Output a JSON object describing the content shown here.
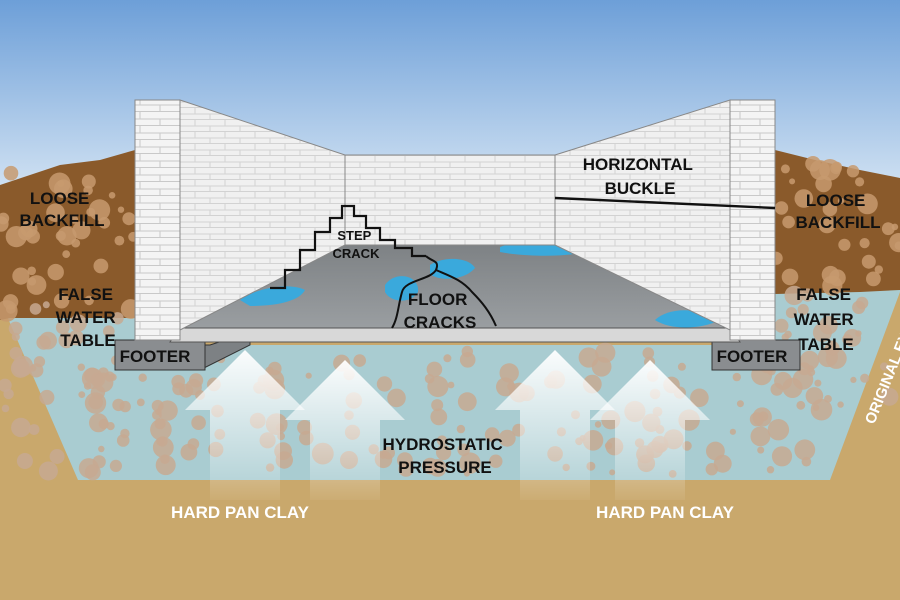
{
  "labels": {
    "loose_backfill_left": [
      "LOOSE",
      "BACKFILL"
    ],
    "loose_backfill_right": [
      "LOOSE",
      "BACKFILL"
    ],
    "false_water_table_left": [
      "FALSE",
      "WATER",
      "TABLE"
    ],
    "false_water_table_right": [
      "FALSE",
      "WATER",
      "TABLE"
    ],
    "footer_left": "FOOTER",
    "footer_right": "FOOTER",
    "step_crack": [
      "STEP",
      "CRACK"
    ],
    "floor_cracks": [
      "FLOOR",
      "CRACKS"
    ],
    "horizontal_buckle": [
      "HORIZONTAL",
      "BUCKLE"
    ],
    "hydrostatic_pressure": [
      "HYDROSTATIC",
      "PRESSURE"
    ],
    "hard_pan_clay_left": "HARD PAN CLAY",
    "hard_pan_clay_right": "HARD PAN CLAY",
    "original_grade_partial": "ORIGINAL EXC"
  },
  "colors": {
    "sky_top": "#6d9fd8",
    "sky_bottom": "#e3eef8",
    "clay": "#c9a86c",
    "backfill": "#8a5a2b",
    "water": "#a9ccd1",
    "wall": "#f2f2f2",
    "floor": "#8f9396",
    "puddle": "#3aa9dc"
  }
}
